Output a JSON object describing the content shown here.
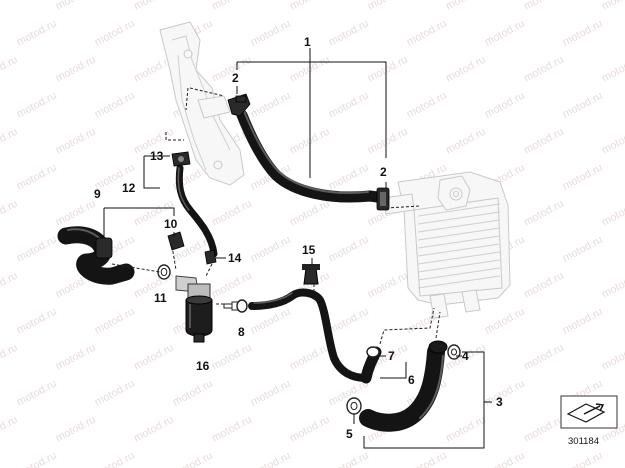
{
  "watermark": "motod.ru",
  "diagram_ref": "301184",
  "part_numbers": [
    "1",
    "2",
    "2",
    "3",
    "4",
    "5",
    "6",
    "7",
    "8",
    "9",
    "10",
    "11",
    "12",
    "13",
    "14",
    "15",
    "16"
  ],
  "icon": "arrow-panel-icon"
}
